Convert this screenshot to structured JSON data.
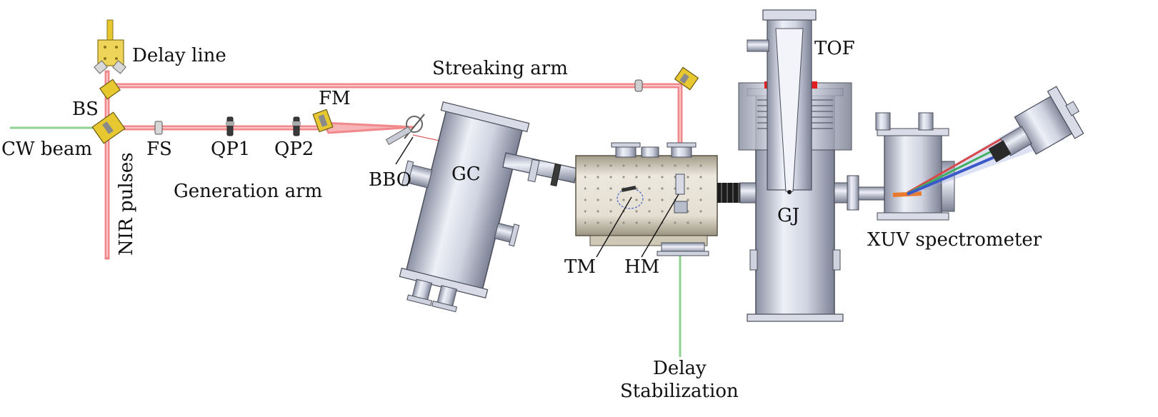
{
  "labels": {
    "delay_line": "Delay line",
    "streaking_arm": "Streaking arm",
    "tof": "TOF",
    "bs": "BS",
    "fm": "FM",
    "cw_beam": "CW beam",
    "fs": "FS",
    "qp1": "QP1",
    "qp2": "QP2",
    "nir_pulses": "NIR pulses",
    "bbo": "BBO",
    "gc": "GC",
    "generation_arm": "Generation arm",
    "gj": "GJ",
    "xuv_spectrometer": "XUV spectrometer",
    "tm": "TM",
    "hm": "HM",
    "delay": "Delay",
    "stabilization": "Stabilization"
  },
  "colors": {
    "nir_beam": "#f0888c",
    "cw_beam": "#8fd28f",
    "xuv_beam": "#4a64c8",
    "mount_gold": "#e8c830",
    "steel_light": "#e3e6f0",
    "steel_mid": "#b9bfd0",
    "steel_dark": "#6b7080",
    "chamber_beige": "#d6d0c0",
    "flange_red": "#e02020",
    "filter_orange": "#e87a30"
  }
}
